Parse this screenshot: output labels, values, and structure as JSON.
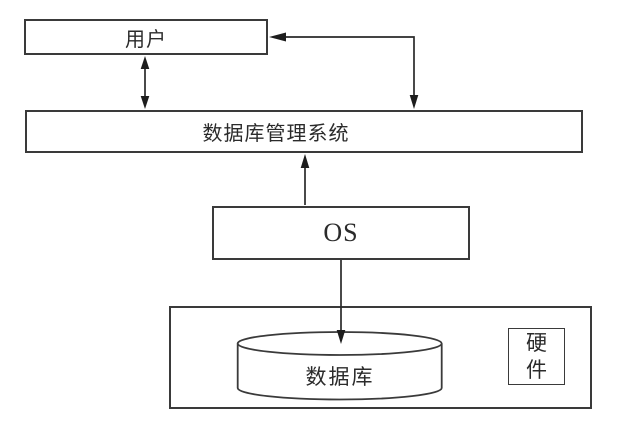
{
  "diagram": {
    "type": "block-diagram",
    "background_color": "#ffffff",
    "line_color": "#2a2a2a",
    "box_border_color": "#3a3a3a",
    "nodes": {
      "user": {
        "label": "用户",
        "shape": "rectangle"
      },
      "dbms": {
        "label": "数据库管理系统",
        "shape": "rectangle"
      },
      "os": {
        "label": "OS",
        "shape": "rectangle"
      },
      "database": {
        "label": "数据库",
        "shape": "cylinder"
      },
      "hardware": {
        "label": "硬件",
        "shape": "labeled-container"
      }
    },
    "edges": [
      {
        "from": "用户",
        "to": "数据库管理系统",
        "style": "vertical double-headed arrow",
        "side": "left-center"
      },
      {
        "from": "用户",
        "to": "数据库管理系统",
        "style": "elbow double-headed arrow",
        "side": "right"
      },
      {
        "from": "OS",
        "to": "数据库管理系统",
        "style": "single arrow pointing up"
      },
      {
        "from": "OS",
        "to": "数据库",
        "style": "single arrow pointing down"
      }
    ]
  }
}
